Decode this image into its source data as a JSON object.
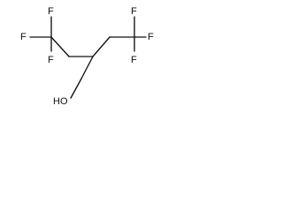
{
  "structure": {
    "atoms": {
      "f_left_top": "F",
      "f_left_left": "F",
      "f_left_bottom": "F",
      "f_right_top": "F",
      "f_right_right": "F",
      "f_right_bottom": "F",
      "hydroxyl": "HO"
    }
  }
}
